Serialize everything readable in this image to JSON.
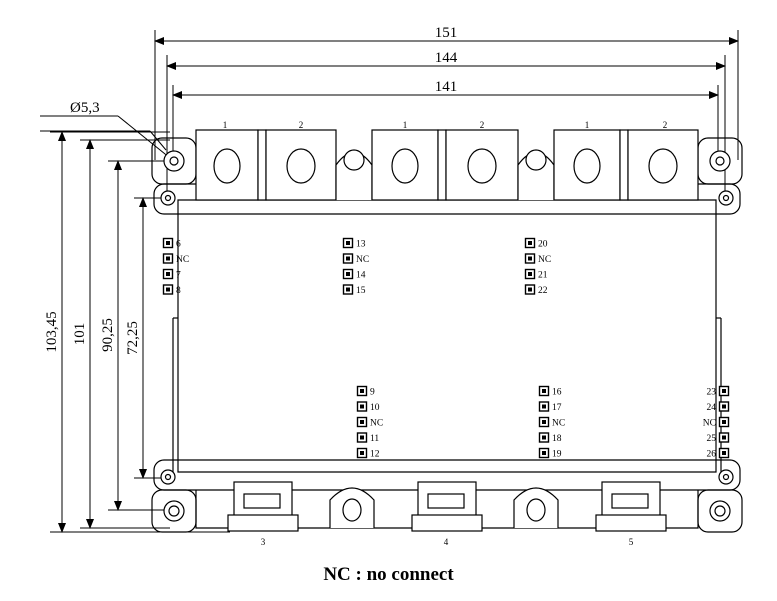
{
  "dimensions": {
    "w151": "151",
    "w144": "144",
    "w141": "141",
    "hole": "Ø5,3",
    "h103": "103,45",
    "h101": "101",
    "h90": "90,25",
    "h72": "72,25"
  },
  "top_terminals": [
    "1",
    "2",
    "1",
    "2",
    "1",
    "2"
  ],
  "bottom_terminals": [
    "3",
    "4",
    "5"
  ],
  "pin_groups": [
    [
      "6",
      "NC",
      "7",
      "8"
    ],
    [
      "13",
      "NC",
      "14",
      "15"
    ],
    [
      "20",
      "NC",
      "21",
      "22"
    ],
    [
      "9",
      "10",
      "NC",
      "11",
      "12"
    ],
    [
      "16",
      "17",
      "NC",
      "18",
      "19"
    ],
    [
      "23",
      "24",
      "NC",
      "25",
      "26"
    ]
  ],
  "legend": "NC : no connect"
}
